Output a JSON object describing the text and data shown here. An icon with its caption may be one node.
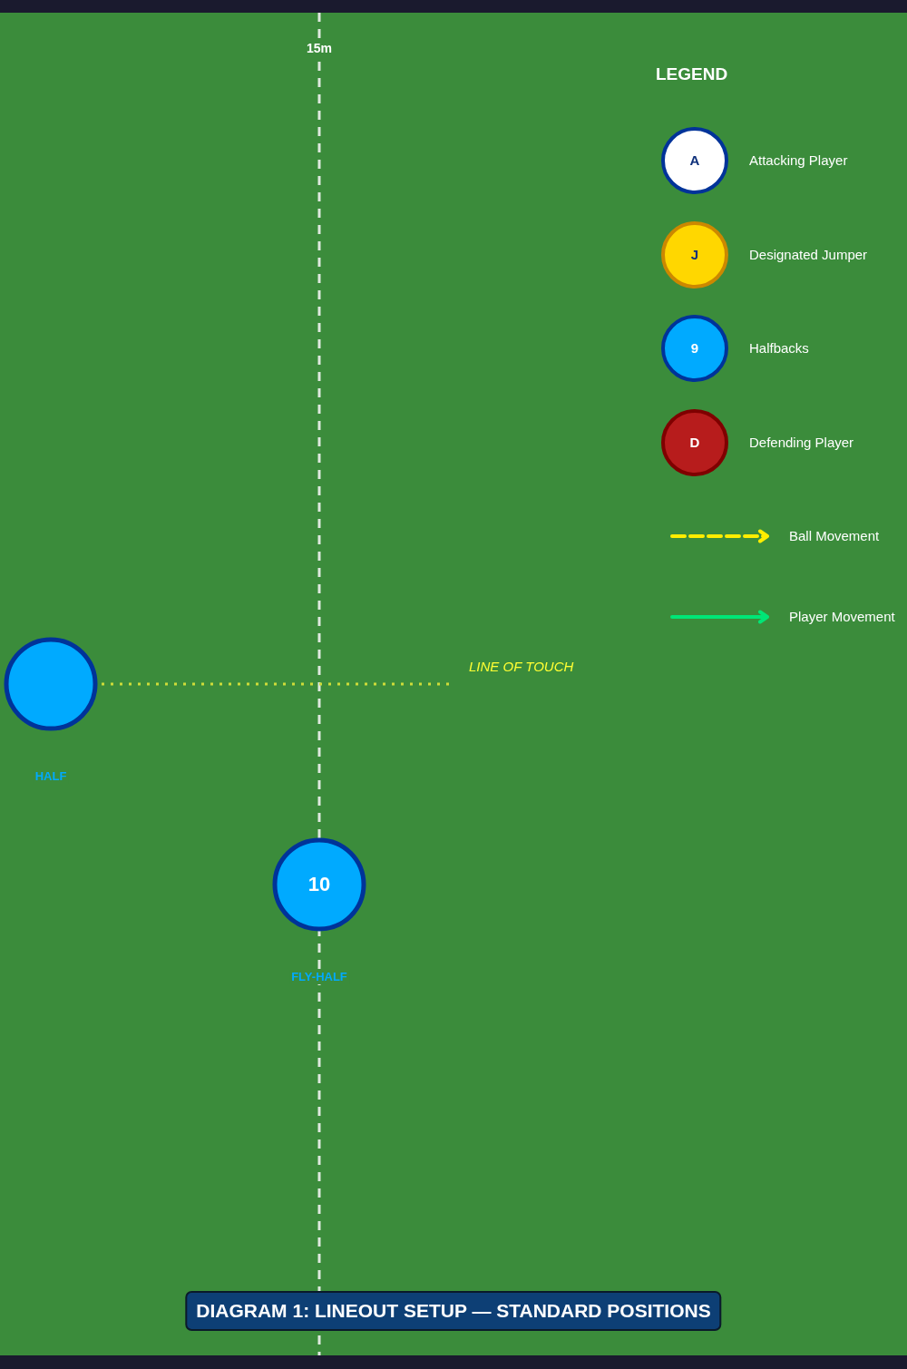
{
  "diagram": {
    "caption": "DIAGRAM 1: LINEOUT SETUP — STANDARD POSITIONS",
    "nodes": [
      {
        "text": [],
        "shape": "circle",
        "beside": [
          "HALF"
        ]
      },
      {
        "text": [
          "10"
        ],
        "beside": [
          "FLY-HALF"
        ]
      }
    ],
    "labels": [
      "15m",
      "LEGEND",
      "A",
      "J",
      "9",
      "D",
      "LINE OF TOUCH"
    ],
    "legend": [
      {
        "text": "Attacking Player",
        "color": "#ffffff"
      },
      {
        "text": "Designated Jumper",
        "color": "#ffd700"
      },
      {
        "text": "Halfbacks",
        "color": "#00aaff"
      },
      {
        "text": "Defending Player",
        "color": "#b71c1c"
      },
      {
        "text": "Ball Movement"
      },
      {
        "text": "Player Movement"
      }
    ]
  }
}
